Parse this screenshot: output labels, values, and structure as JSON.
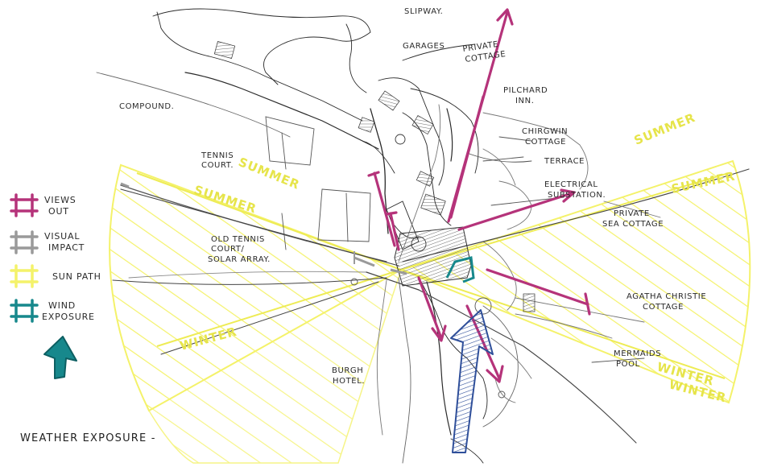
{
  "title": "WEATHER EXPOSURE -",
  "colors": {
    "views": "#b5337a",
    "visual": "#9a9a9a",
    "sun": "#f4f26a",
    "sun_text": "#e6e44a",
    "wind": "#17888c",
    "wind_arrow": "#5f80c9",
    "ink": "#2a2a2a"
  },
  "legend": {
    "views_out": {
      "line1": "VIEWS",
      "line2": "OUT",
      "icon": "views-out-symbol-icon"
    },
    "visual_impact": {
      "line1": "VISUAL",
      "line2": "IMPACT",
      "icon": "visual-impact-symbol-icon"
    },
    "sun_path": {
      "label": "SUN PATH",
      "icon": "sun-path-symbol-icon"
    },
    "wind_exposure": {
      "line1": "WIND",
      "line2": "EXPOSURE",
      "icon": "wind-exposure-symbol-icon"
    },
    "prevailing_wind": {
      "icon": "wind-arrow-icon"
    }
  },
  "site_labels": {
    "slipway": "SLIPWAY.",
    "garages": "GARAGES",
    "private_cottage_1": "PRIVATE",
    "private_cottage_2": "COTTAGE",
    "compound": "COMPOUND.",
    "pilchard_1": "PILCHARD",
    "pilchard_2": "INN.",
    "chirgwin_1": "CHIRGWIN",
    "chirgwin_2": "COTTAGE",
    "terrace": "TERRACE",
    "tennis_1": "TENNIS",
    "tennis_2": "COURT.",
    "electrical_1": "ELECTRICAL",
    "electrical_2": "SUBSTATION.",
    "sea_cottage_1": "PRIVATE",
    "sea_cottage_2": "SEA COTTAGE",
    "old_tennis_1": "OLD TENNIS",
    "old_tennis_2": "COURT/",
    "old_tennis_3": "SOLAR ARRAY.",
    "agatha_1": "AGATHA CHRISTIE",
    "agatha_2": "COTTAGE",
    "mermaids_1": "MERMAIDS",
    "mermaids_2": "POOL",
    "burgh_1": "BURGH",
    "burgh_2": "HOTEL."
  },
  "season_labels": {
    "summer_top_right": "SUMMER",
    "summer_far_right": "SUMMER",
    "summer_left_upper": "SUMMER",
    "summer_left_lower": "SUMMER",
    "winter_left_lower": "WINTER",
    "winter_right_lower": "WINTER",
    "winter_bottom_right": "WINTER"
  }
}
